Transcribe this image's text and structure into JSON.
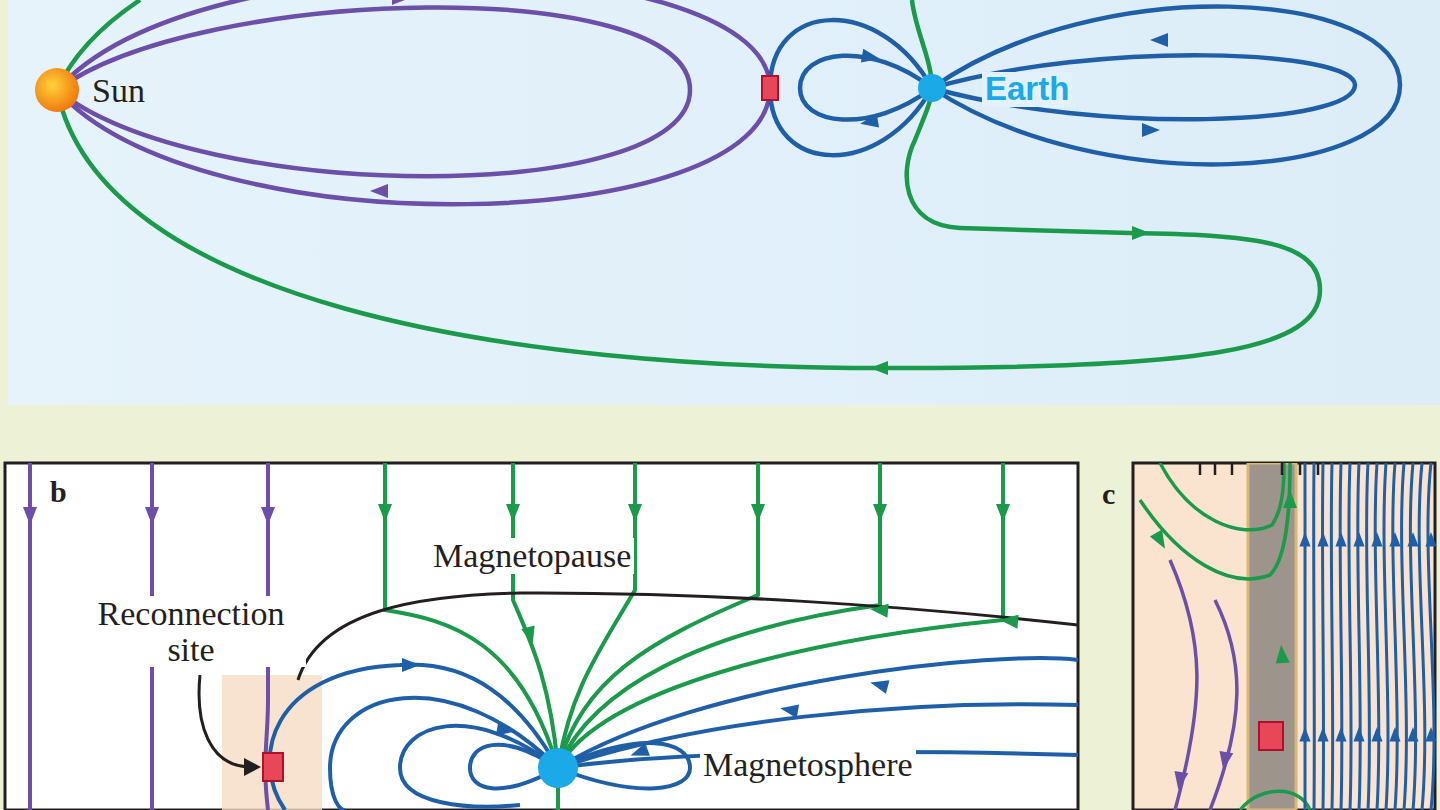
{
  "diagram": {
    "labels": [
      "Sun",
      "Earth",
      "b",
      "Magnetopause",
      "Reconnection site",
      "Magnetosphere",
      "c"
    ]
  }
}
